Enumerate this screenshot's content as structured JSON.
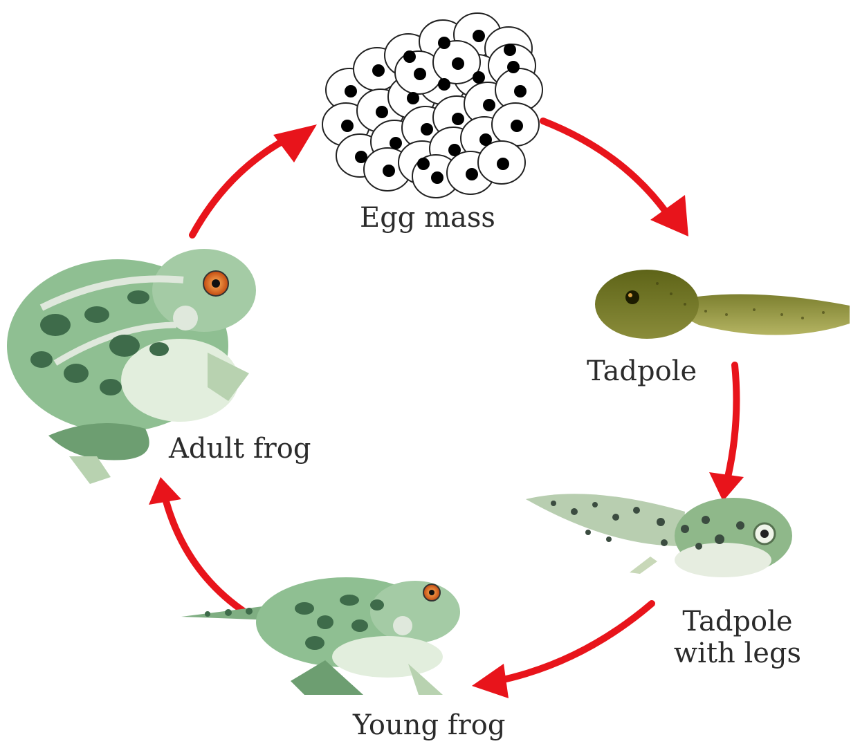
{
  "stages": {
    "egg_mass": "Egg mass",
    "tadpole": "Tadpole",
    "tadpole_with_legs_line1": "Tadpole",
    "tadpole_with_legs_line2": "with legs",
    "young_frog": "Young frog",
    "adult_frog": "Adult frog"
  },
  "colors": {
    "arrow": "#e8141b",
    "frog_body": "#8fbf92",
    "frog_spots": "#3e6b4a",
    "tadpole_body": "#6f7424",
    "egg_nucleus": "#000000"
  },
  "icons": [
    "egg-mass-icon",
    "tadpole-icon",
    "tadpole-with-legs-icon",
    "young-frog-icon",
    "adult-frog-icon"
  ]
}
